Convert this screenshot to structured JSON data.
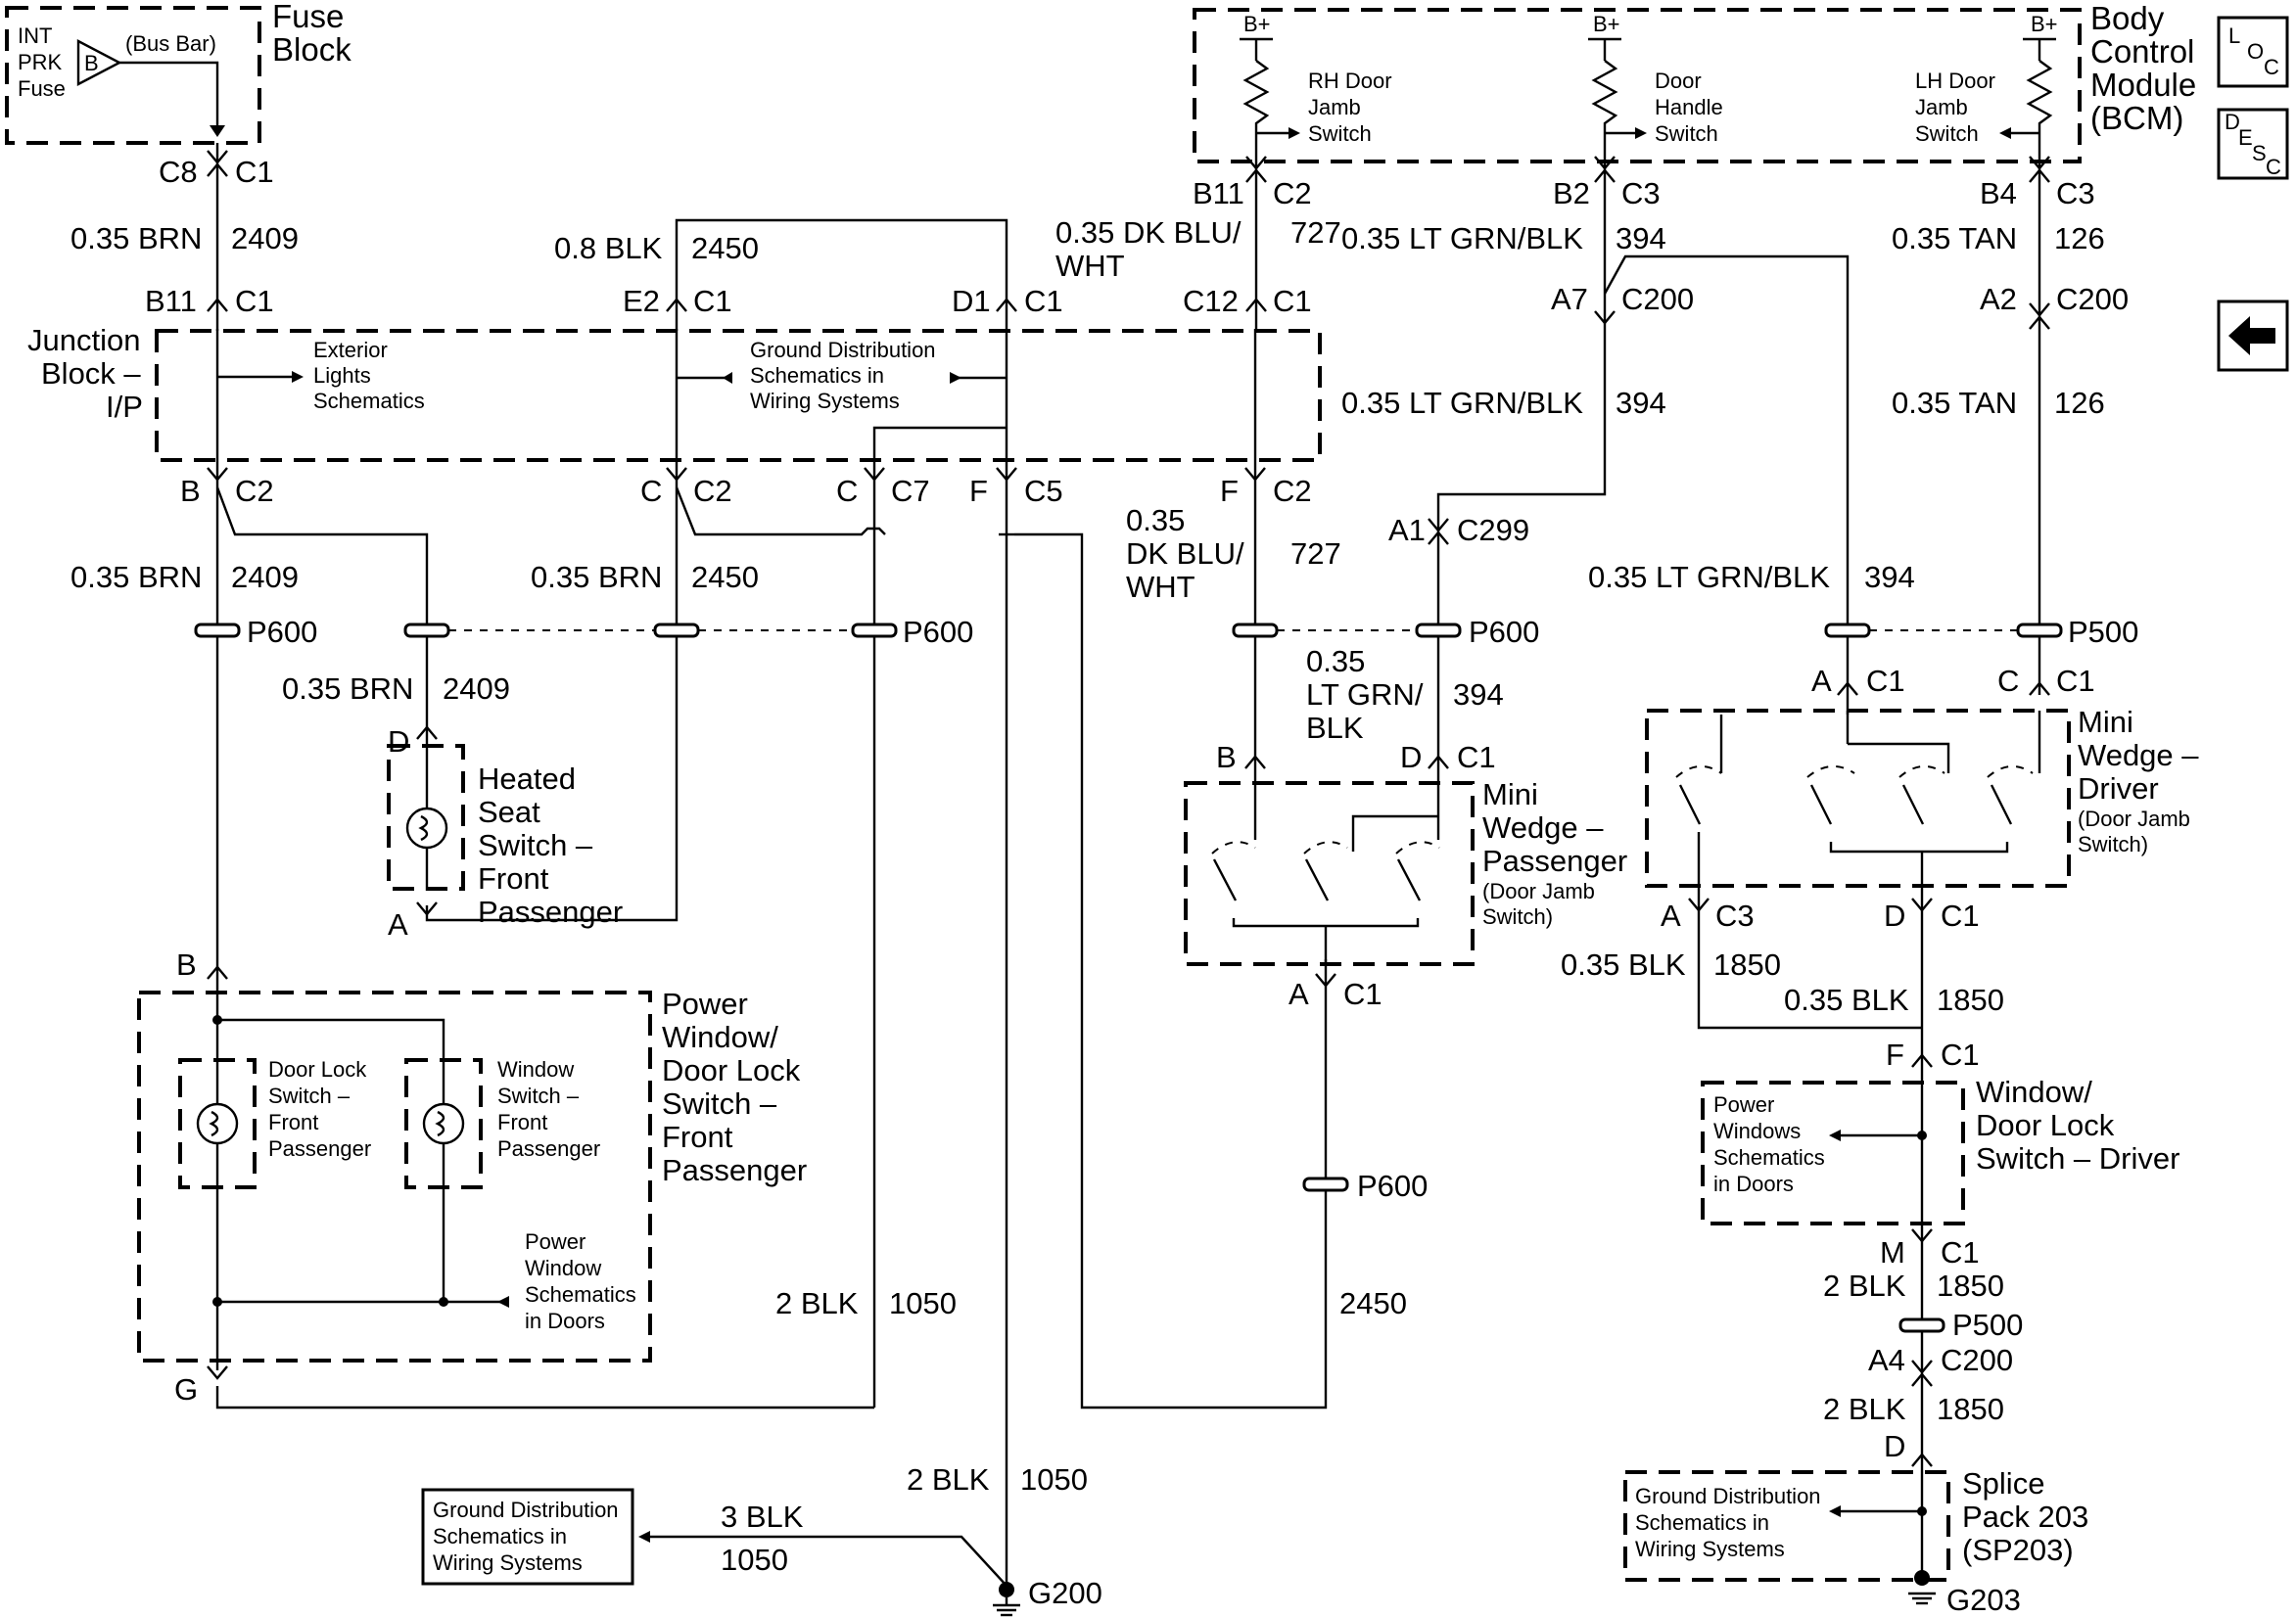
{
  "fuse_block": {
    "fuse_label": [
      "INT",
      "PRK",
      "Fuse"
    ],
    "symbol": "B",
    "bus_bar": "(Bus Bar)",
    "title": [
      "Fuse",
      "Block"
    ]
  },
  "bcm": {
    "title": [
      "Body",
      "Control",
      "Module",
      "(BCM)"
    ],
    "supply": "B+",
    "rh_switch": [
      "RH Door",
      "Jamb",
      "Switch"
    ],
    "handle_switch": [
      "Door",
      "Handle",
      "Switch"
    ],
    "lh_switch": [
      "LH Door",
      "Jamb",
      "Switch"
    ]
  },
  "junction_block": {
    "title": [
      "Junction",
      "Block –",
      "I/P"
    ],
    "exterior_ref": [
      "Exterior",
      "Lights",
      "Schematics"
    ],
    "ground_ref": [
      "Ground Distribution",
      "Schematics in",
      "Wiring Systems"
    ]
  },
  "connectors": {
    "fuse_top": [
      "C8",
      "C1"
    ],
    "bcm_rh": [
      "B11",
      "C2"
    ],
    "bcm_handle": [
      "B2",
      "C3"
    ],
    "bcm_lh": [
      "B4",
      "C3"
    ],
    "jb_b11": [
      "B11",
      "C1"
    ],
    "jb_e2": [
      "E2",
      "C1"
    ],
    "jb_d1": [
      "D1",
      "C1"
    ],
    "jb_c12": [
      "C12",
      "C1"
    ],
    "jb_b": [
      "B",
      "C2"
    ],
    "jb_c": [
      "C",
      "C2"
    ],
    "jb_c7": [
      "C",
      "C7"
    ],
    "jb_f5": [
      "F",
      "C5"
    ],
    "jb_f2": [
      "F",
      "C2"
    ],
    "c200_a7": [
      "A7",
      "C200"
    ],
    "c200_a2": [
      "A2",
      "C200"
    ],
    "c299_a1": [
      "A1",
      "C299"
    ],
    "heated_d": "D",
    "heated_a": "A",
    "pw_b": "B",
    "pw_g": "G",
    "mwp_b": "B",
    "mwp_d": [
      "D",
      "C1"
    ],
    "mwp_a": [
      "A",
      "C1"
    ],
    "mwd_a": [
      "A",
      "C1"
    ],
    "mwd_c": [
      "C",
      "C1"
    ],
    "mwd_a3": [
      "A",
      "C3"
    ],
    "mwd_d": [
      "D",
      "C1"
    ],
    "wdl_f": [
      "F",
      "C1"
    ],
    "wdl_m": [
      "M",
      "C1"
    ],
    "p500_a4": [
      "A4",
      "C200"
    ],
    "sp_d": "D"
  },
  "wires": {
    "w_fuse": [
      "0.35 BRN",
      "2409"
    ],
    "w_2450_top": [
      "0.8 BLK",
      "2450"
    ],
    "w_727_top": [
      "0.35 DK BLU/",
      "WHT",
      "727"
    ],
    "w_394_top": [
      "0.35 LT GRN/BLK",
      "394"
    ],
    "w_126_top": [
      "0.35 TAN",
      "126"
    ],
    "w_394_mid": [
      "0.35 LT GRN/BLK",
      "394"
    ],
    "w_126_mid": [
      "0.35 TAN",
      "126"
    ],
    "w_2409_b": [
      "0.35 BRN",
      "2409"
    ],
    "w_2450_c": [
      "0.35 BRN",
      "2450"
    ],
    "w_727_mid": [
      "0.35",
      "DK BLU/",
      "WHT",
      "727"
    ],
    "w_394_right": [
      "0.35 LT GRN/BLK",
      "394"
    ],
    "w_2409_heated": [
      "0.35 BRN",
      "2409"
    ],
    "w_394_pass": [
      "0.35",
      "LT GRN/",
      "BLK",
      "394"
    ],
    "w_1850_a": [
      "0.35 BLK",
      "1850"
    ],
    "w_1850_d": [
      "0.35 BLK",
      "1850"
    ],
    "w_1050_left": [
      "2 BLK",
      "1050"
    ],
    "w_2450_bottom": "2450",
    "w_1050_g200": [
      "2 BLK",
      "1050"
    ],
    "w_3blk": [
      "3 BLK",
      "1050"
    ],
    "w_1850_m": [
      "2 BLK",
      "1850"
    ],
    "w_1850_sp": [
      "2 BLK",
      "1850"
    ]
  },
  "inlines": {
    "p600": "P600",
    "p500": "P500"
  },
  "heated_seat": {
    "title": [
      "Heated",
      "Seat",
      "Switch –",
      "Front",
      "Passenger"
    ]
  },
  "power_window_front": {
    "title": [
      "Power",
      "Window/",
      "Door Lock",
      "Switch –",
      "Front",
      "Passenger"
    ],
    "door_lock": [
      "Door Lock",
      "Switch –",
      "Front",
      "Passenger"
    ],
    "window_switch": [
      "Window",
      "Switch –",
      "Front",
      "Passenger"
    ],
    "pw_ref": [
      "Power",
      "Window",
      "Schematics",
      "in Doors"
    ]
  },
  "mini_wedge_passenger": {
    "title": [
      "Mini",
      "Wedge –",
      "Passenger"
    ],
    "sub": [
      "(Door Jamb",
      "Switch)"
    ]
  },
  "mini_wedge_driver": {
    "title": [
      "Mini",
      "Wedge –",
      "Driver"
    ],
    "sub": [
      "(Door Jamb",
      "Switch)"
    ]
  },
  "window_door_lock_driver": {
    "title": [
      "Window/",
      "Door Lock",
      "Switch – Driver"
    ],
    "ref": [
      "Power",
      "Windows",
      "Schematics",
      "in Doors"
    ]
  },
  "splice_pack": {
    "title": [
      "Splice",
      "Pack 203",
      "(SP203)"
    ],
    "ref": [
      "Ground Distribution",
      "Schematics in",
      "Wiring Systems"
    ]
  },
  "grounds": {
    "g200": "G200",
    "g203": "G203"
  },
  "ground_dist_box": [
    "Ground Distribution",
    "Schematics in",
    "Wiring Systems"
  ],
  "nav": {
    "loc": [
      "L",
      "O",
      "C"
    ],
    "desc": [
      "D",
      "E",
      "S",
      "C"
    ]
  }
}
